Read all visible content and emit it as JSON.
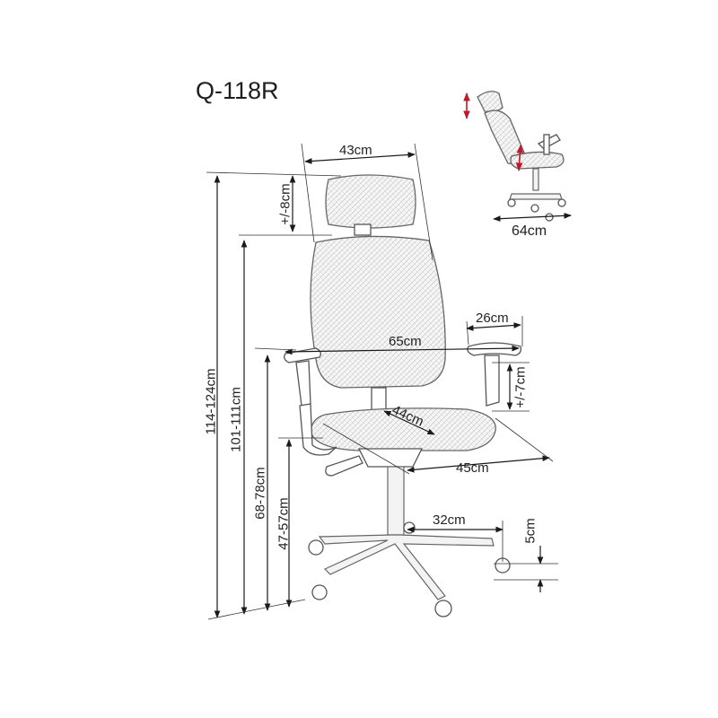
{
  "model": "Q-118R",
  "dimensions": {
    "headrest_width": "43cm",
    "headrest_adjust": "+/-8cm",
    "armrest_depth": "26cm",
    "overall_width": "65cm",
    "armrest_adjust": "+/-7cm",
    "seat_depth": "44cm",
    "seat_width": "45cm",
    "base_radius": "32cm",
    "caster_height": "5cm",
    "height_total": "114-124cm",
    "height_backrest_top": "101-111cm",
    "height_armrest": "68-78cm",
    "height_seat": "47-57cm",
    "reclined_depth": "64cm"
  }
}
